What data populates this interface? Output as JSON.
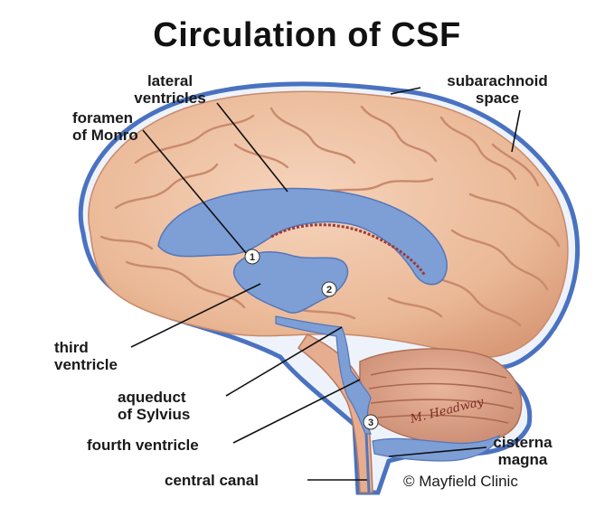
{
  "title": "Circulation of CSF",
  "labels": {
    "lateral_ventricles_1": "lateral",
    "lateral_ventricles_2": "ventricles",
    "subarachnoid_1": "subarachnoid",
    "subarachnoid_2": "space",
    "foramen_1": "foramen",
    "foramen_2": "of Monro",
    "third_1": "third",
    "third_2": "ventricle",
    "aqueduct_1": "aqueduct",
    "aqueduct_2": "of Sylvius",
    "fourth": "fourth ventricle",
    "central": "central canal",
    "cisterna_1": "cisterna",
    "cisterna_2": "magna"
  },
  "markers": [
    "1",
    "2",
    "3"
  ],
  "signature": "M. Headway",
  "credit": "© Mayfield Clinic",
  "colors": {
    "brain": "#eec0a2",
    "brain_shadow": "#d79b7c",
    "csf": "#7d9fd6",
    "csf_dark": "#5476b8",
    "outline": "#4a72c0"
  }
}
